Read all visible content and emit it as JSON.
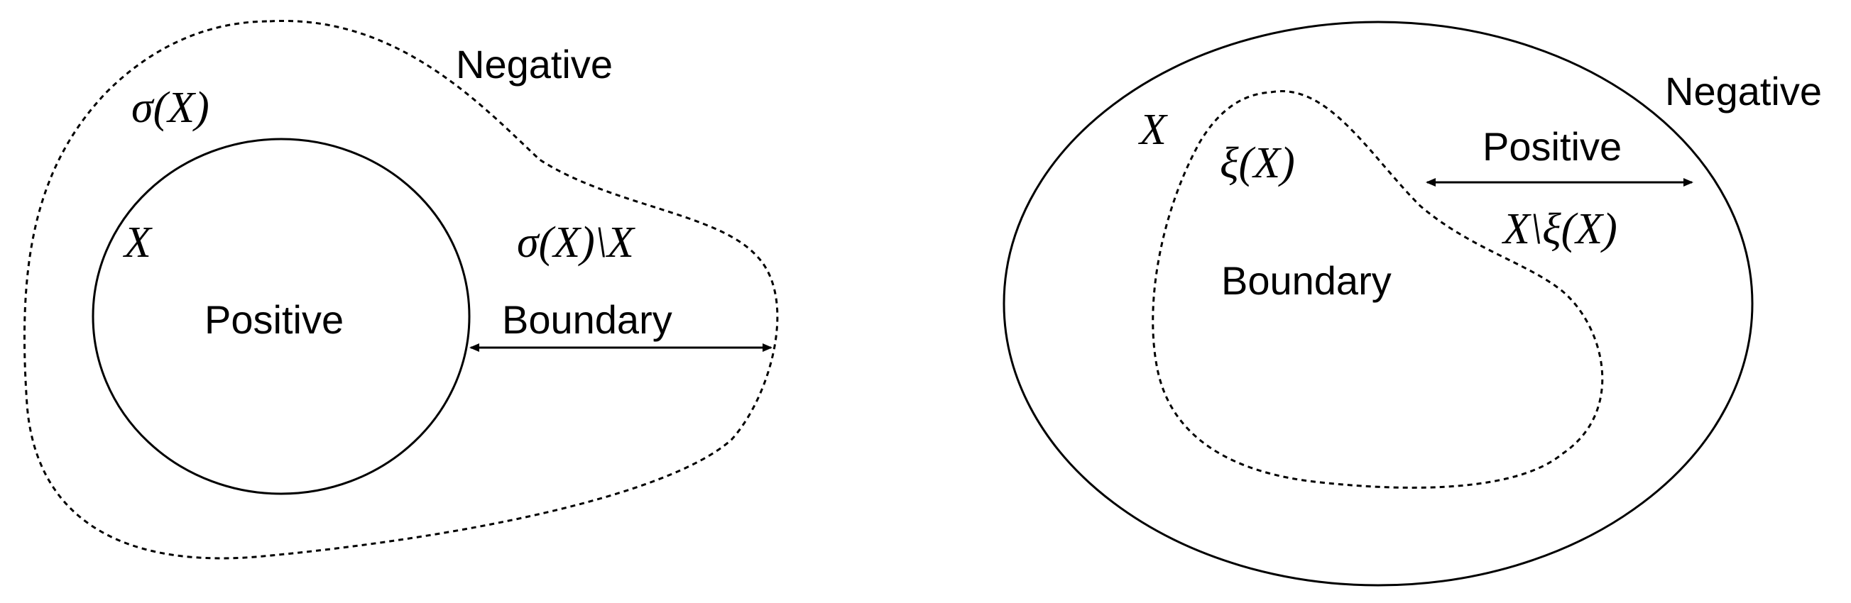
{
  "left_diagram": {
    "outer_region_label": "Negative",
    "dotted_set_label": "σ(X)",
    "inner_set_label": "X",
    "inner_region_label": "Positive",
    "difference_label": "σ(X)\\X",
    "band_label": "Boundary"
  },
  "right_diagram": {
    "outer_region_label": "Negative",
    "outer_set_label": "X",
    "dotted_set_label": "ξ(X)",
    "band_label": "Positive",
    "difference_label": "X\\ξ(X)",
    "inner_region_label": "Boundary"
  },
  "colors": {
    "stroke": "#000000",
    "background": "#ffffff"
  }
}
